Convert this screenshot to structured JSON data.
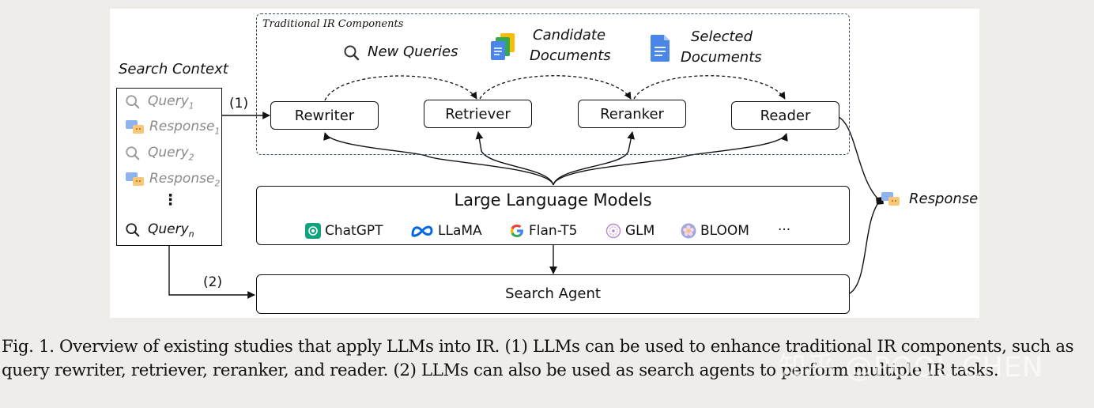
{
  "diagram": {
    "traditional_title": "Traditional IR Components",
    "new_queries": "New Queries",
    "candidate_documents": [
      "Candidate",
      "Documents"
    ],
    "selected_documents": [
      "Selected",
      "Documents"
    ],
    "components": [
      "Rewriter",
      "Retriever",
      "Reranker",
      "Reader"
    ],
    "search_context_title": "Search Context",
    "context_items": [
      {
        "base": "Query",
        "sub": "1"
      },
      {
        "base": "Response",
        "sub": "1"
      },
      {
        "base": "Query",
        "sub": "2"
      },
      {
        "base": "Response",
        "sub": "2"
      },
      {
        "base": "Query",
        "sub": "n"
      }
    ],
    "ellipsis_vertical": "⋮",
    "path1": "(1)",
    "path2": "(2)",
    "llm_title": "Large Language Models",
    "models": [
      "ChatGPT",
      "LLaMA",
      "Flan-T5",
      "GLM",
      "BLOOM"
    ],
    "models_more": "···",
    "search_agent": "Search Agent",
    "response": "Response"
  },
  "caption": "Fig. 1. Overview of existing studies that apply LLMs into IR. (1) LLMs can be used to enhance traditional IR components, such as query rewriter, retriever, reranker, and reader. (2) LLMs can also be used as search agents to perform multiple IR tasks.",
  "watermark": "知乎 @POOL CHEN",
  "colors": {
    "page_background": "#efede9",
    "figure_background": "#ffffff",
    "dashed_border": "#3a4c66",
    "doc_blue": "#4a86e8",
    "doc_green": "#34a853",
    "doc_yellow": "#fbbc04",
    "chatgpt_green": "#10a37f",
    "meta_blue": "#0668e1"
  }
}
